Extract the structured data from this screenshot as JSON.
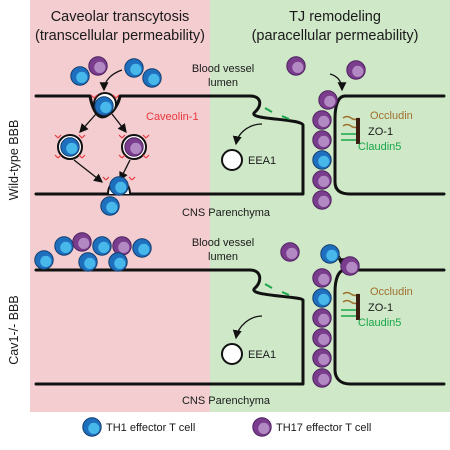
{
  "panels": {
    "left_title_line1": "Caveolar transcytosis",
    "left_title_line2": "(transcellular permeability)",
    "right_title_line1": "TJ remodeling",
    "right_title_line2": "(paracellular permeability)"
  },
  "rows": {
    "top": {
      "side_label": "Wild-type BBB",
      "lumen_line1": "Blood vessel",
      "lumen_line2": "lumen",
      "parenchyma": "CNS Parenchyma",
      "caveolin": "Caveolin-1",
      "eea1": "EEA1",
      "occludin": "Occludin",
      "zo1": "ZO-1",
      "claudin": "Claudin5"
    },
    "bottom": {
      "side_label": "Cav1-/- BBB",
      "lumen_line1": "Blood vessel",
      "lumen_line2": "lumen",
      "parenchyma": "CNS Parenchyma",
      "eea1": "EEA1",
      "occludin": "Occludin",
      "zo1": "ZO-1",
      "claudin": "Claudin5"
    }
  },
  "legend": {
    "th1": "TH1 effector T cell",
    "th17": "TH17 effector T cell"
  },
  "colors": {
    "left_bg": "#f3cdd0",
    "right_bg": "#cfe8c8",
    "th1_outer": "#1f6fbf",
    "th1_inner": "#48b8ea",
    "th17_outer": "#7a3c8c",
    "th17_inner": "#b389c4",
    "caveolin": "#e8383d",
    "occludin": "#a0712f",
    "claudin": "#1aa64a"
  }
}
